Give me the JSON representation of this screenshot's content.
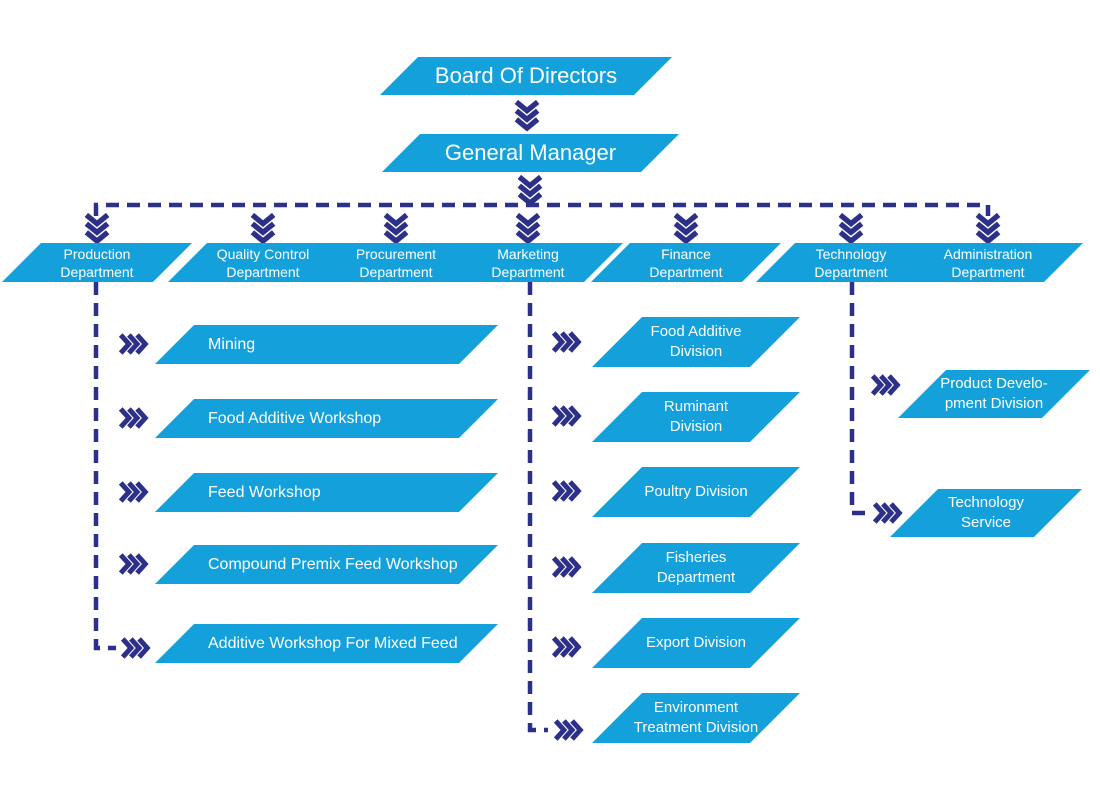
{
  "colors": {
    "node_fill": "#14a1db",
    "node_text": "#ffffff",
    "connector_navy": "#2c3089"
  },
  "top": {
    "board": "Board Of Directors",
    "manager": "General Manager"
  },
  "departments": [
    {
      "line1": "Production",
      "line2": "Department"
    },
    {
      "line1": "Quality Control",
      "line2": "Department"
    },
    {
      "line1": "Procurement",
      "line2": "Department"
    },
    {
      "line1": "Marketing",
      "line2": "Department"
    },
    {
      "line1": "Finance",
      "line2": "Department"
    },
    {
      "line1": "Technology",
      "line2": "Department"
    },
    {
      "line1": "Administration",
      "line2": "Department"
    }
  ],
  "production": {
    "items": [
      {
        "line1": "Mining",
        "line2": ""
      },
      {
        "line1": "Food Additive Workshop",
        "line2": ""
      },
      {
        "line1": "Feed Workshop",
        "line2": ""
      },
      {
        "line1": "Compound Premix Feed Workshop",
        "line2": ""
      },
      {
        "line1": "Additive Workshop For Mixed Feed",
        "line2": ""
      }
    ]
  },
  "marketing": {
    "items": [
      {
        "line1": "Food Additive",
        "line2": "Division"
      },
      {
        "line1": "Ruminant",
        "line2": "Division"
      },
      {
        "line1": "Poultry Division",
        "line2": ""
      },
      {
        "line1": "Fisheries",
        "line2": "Department"
      },
      {
        "line1": "Export Division",
        "line2": ""
      },
      {
        "line1": "Environment",
        "line2": "Treatment Division"
      }
    ]
  },
  "technology": {
    "items": [
      {
        "line1": "Product Develo-",
        "line2": "pment Division"
      },
      {
        "line1": "Technology",
        "line2": "Service"
      }
    ]
  },
  "icons": {
    "down_arrow": "triple-chevron-down",
    "right_arrow": "triple-chevron-right"
  }
}
